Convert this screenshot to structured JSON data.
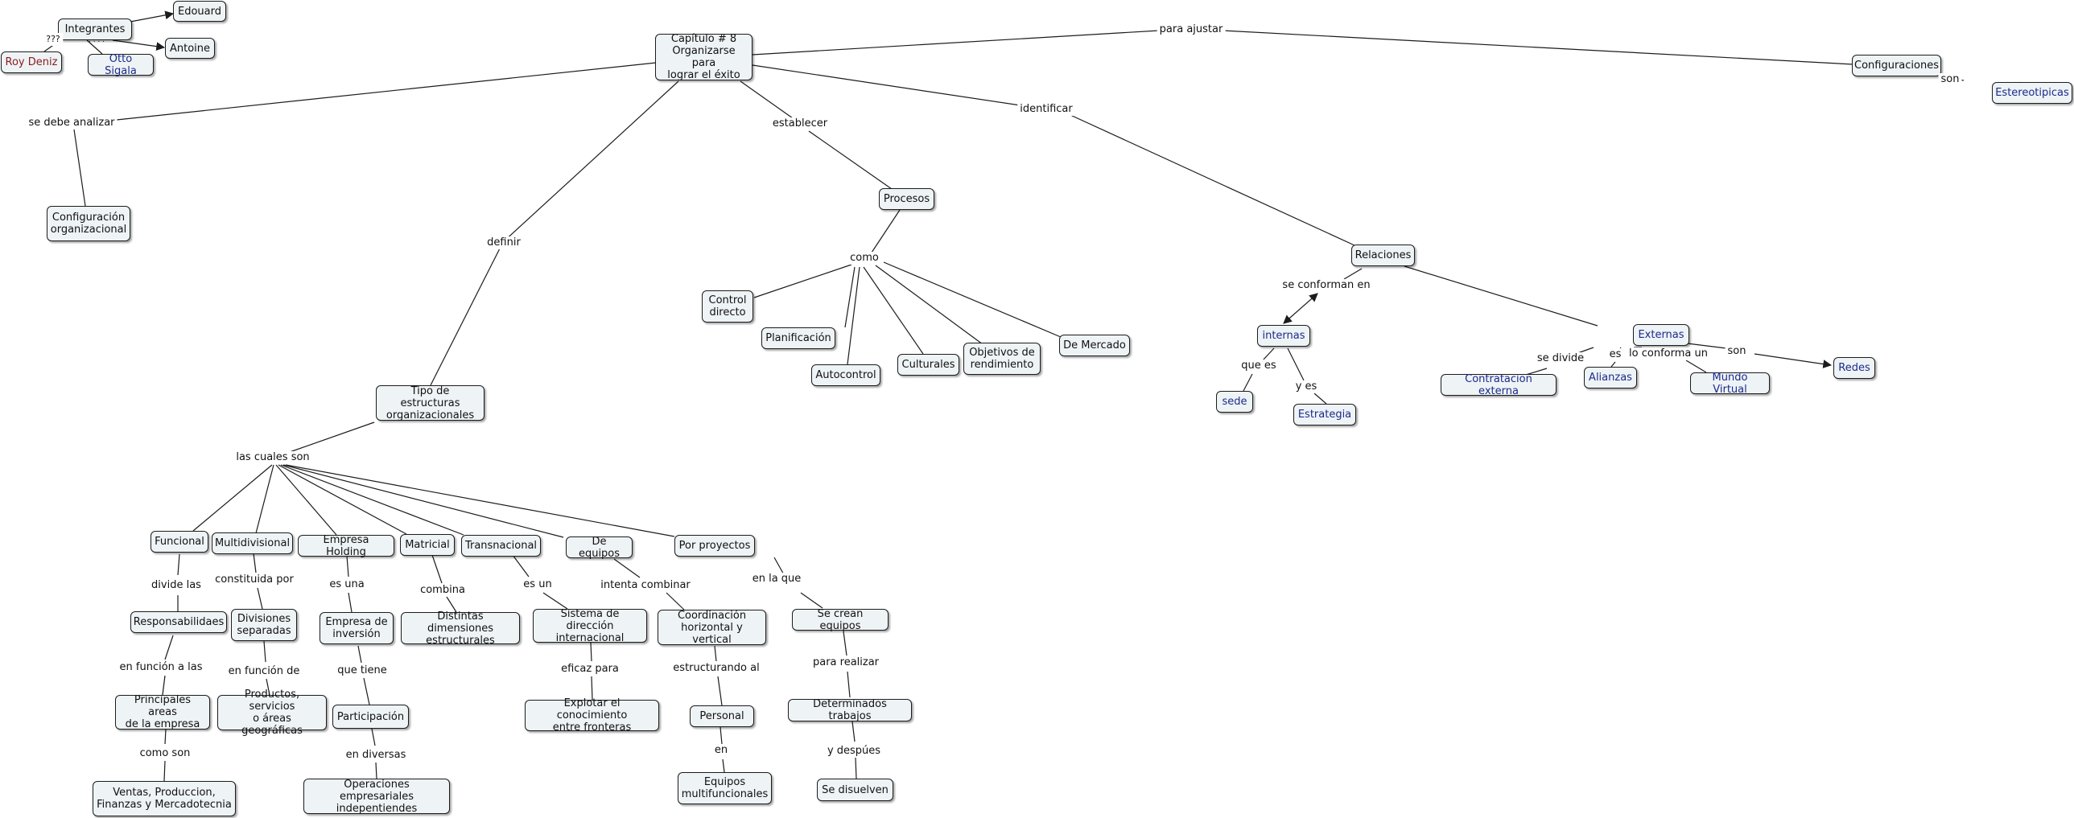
{
  "nodes": {
    "integrantes": "Integrantes",
    "edouard": "Edouard",
    "antoine": "Antoine",
    "roy": "Roy Deniz",
    "otto": "Otto Sigala",
    "capitulo": "Capítulo # 8\nOrganizarse para\nlograr el éxito",
    "configuraciones": "Configuraciones",
    "estereotipicas": "Estereotipicas",
    "config_org": "Configuración\norganizacional",
    "procesos": "Procesos",
    "control": "Control\ndirecto",
    "planificacion": "Planificación",
    "autocontrol": "Autocontrol",
    "culturales": "Culturales",
    "objetivos": "Objetivos de\nrendimiento",
    "mercado": "De Mercado",
    "relaciones": "Relaciones",
    "internas": "internas",
    "sede": "sede",
    "estrategia": "Estrategia",
    "externas": "Externas",
    "contratacion": "Contratacion externa",
    "alianzas": "Alianzas",
    "mundo_virtual": "Mundo Virtual",
    "redes": "Redes",
    "tipo": "Tipo de estructuras\norganizacionales",
    "funcional": "Funcional",
    "multidivisional": "Multidivisional",
    "holding": "Empresa Holding",
    "matricial": "Matricial",
    "transnacional": "Transnacional",
    "equipos": "De equipos",
    "proyectos": "Por proyectos",
    "responsabilidades": "Responsabilidaes",
    "divisiones": "Divisiones\nseparadas",
    "inversion": "Empresa de\ninversión",
    "dimensiones": "Distintas dimensiones\nestructurales",
    "sistema": "Sistema de dirección\ninternacional",
    "coordinacion": "Coordinación\nhorizontal y vertical",
    "se_crean": "Se crean equipos",
    "principales": "Principales areas\nde la empresa",
    "productos": "Productos, servicios\no áreas geográficas",
    "participacion": "Participación",
    "explotar": "Explotar el conocimiento\nentre fronteras",
    "personal": "Personal",
    "determinados": "Determinados trabajos",
    "ventas": "Ventas, Produccion,\nFinanzas y Mercadotecnia",
    "operaciones": "Operaciones empresariales\nindepentiendes",
    "multifuncionales": "Equipos\nmultifuncionales",
    "disuelven": "Se disuelven"
  },
  "labels": {
    "qqq": "???",
    "dots": ". . . .",
    "para_ajustar": "para ajustar",
    "son_est": "son",
    "se_debe": "se debe analizar",
    "definir": "definir",
    "establecer": "establecer",
    "identificar": "identificar",
    "como": "como",
    "se_conforman": "se conforman en",
    "que_es": "que es",
    "y_es": "y es",
    "se_divide": "se divide",
    "es": "es",
    "lo_conforma": "lo conforma un",
    "son_redes": "son",
    "las_cuales": "las cuales son",
    "divide_las": "divide las",
    "constituida": "constituida por",
    "es_una": "es una",
    "combina": "combina",
    "es_un": "es un",
    "intenta": "intenta combinar",
    "en_la_que": "en la que",
    "en_funcion_a": "en función a las",
    "en_funcion_de": "en función de",
    "que_tiene": "que tiene",
    "eficaz": "eficaz para",
    "estructurando": "estructurando al",
    "para_realizar": "para realizar",
    "como_son": "como son",
    "en_diversas": "en diversas",
    "en": "en",
    "y_despues": "y despúes"
  },
  "colors": {
    "node_fill": "#eef3f6",
    "line": "#1c1c1c",
    "blue_text": "#1b2a8a",
    "red_text": "#8a1b1b"
  }
}
